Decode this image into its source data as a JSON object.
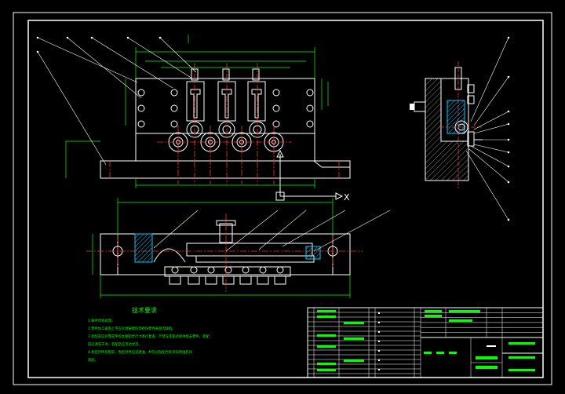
{
  "drawing": {
    "axis_label_x": "X",
    "tech_title": "技术要求",
    "tech_lines": [
      "1.铸件时效处理。",
      "2.零件加工表面上不应有划痕擦伤等损伤零件表面的缺陷。",
      "3.装配前应对零部件的主要配合尺寸进行复查，严禁在装配过程中敲击零件，装配",
      "前应清洗干净，装配后应活动灵活。",
      "4.各密封件装配前，各密封件应浸透油，并在过盈配合处涂润滑油后再",
      "装配。"
    ],
    "colors": {
      "background": "#000000",
      "frame": "#ffffff",
      "outline": "#ffffff",
      "dimension": "#00ff00",
      "center_line": "#ff3030",
      "hatch": "#00c8ff",
      "text_green": "#00ff00",
      "leader": "#ffffff"
    }
  }
}
